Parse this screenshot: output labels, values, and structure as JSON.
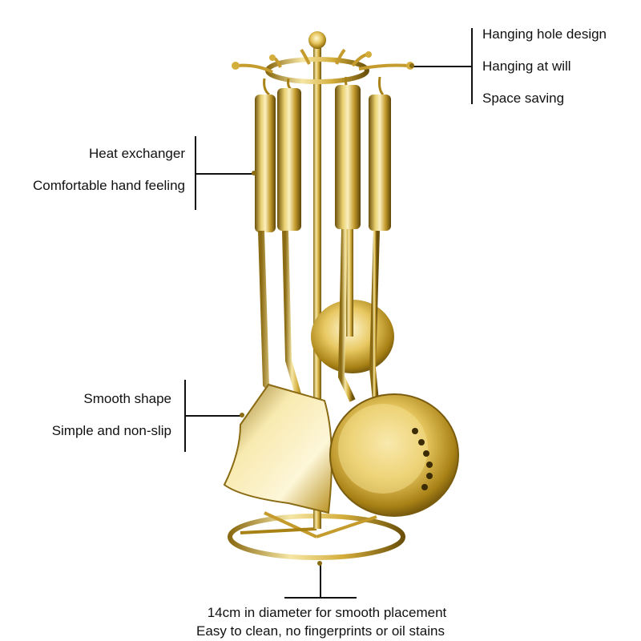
{
  "callouts": {
    "top_right": [
      "Hanging hole design",
      "Hanging at will",
      "Space saving"
    ],
    "left_upper": [
      "Heat exchanger",
      "Comfortable hand feeling"
    ],
    "left_lower": [
      "Smooth shape",
      "Simple and non-slip"
    ],
    "bottom": [
      "14cm in diameter for smooth placement",
      "Easy to clean, no fingerprints or oil stains"
    ]
  },
  "colors": {
    "gold_light": "#f6e7a6",
    "gold_mid": "#d4ae3c",
    "gold_dark": "#8a6a12",
    "gold_shadow": "#5e4608"
  }
}
